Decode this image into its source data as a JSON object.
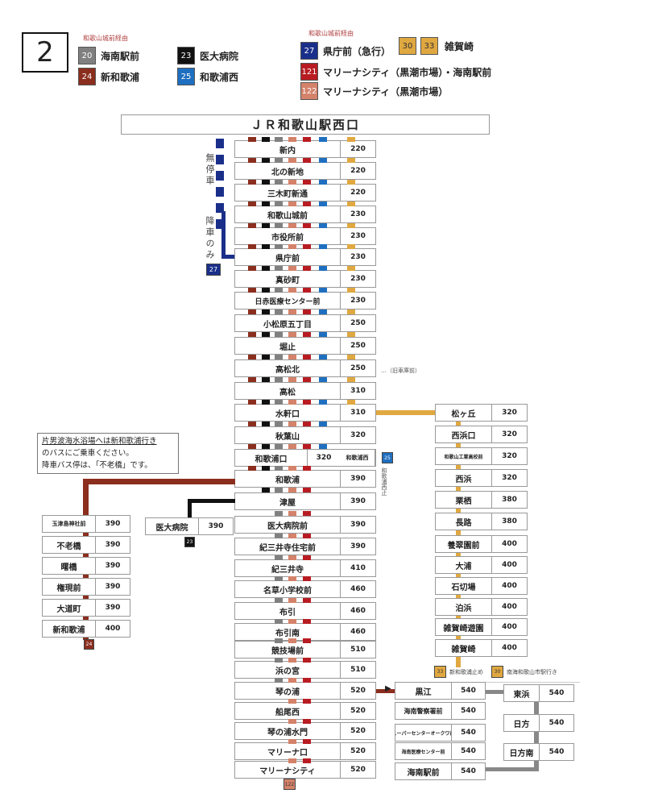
{
  "panel_number": "2",
  "legend": {
    "via_label_left": "和歌山城前経由",
    "via_label_right": "和歌山城前経由",
    "routes": [
      {
        "num": "20",
        "label": "海南駅前",
        "color": "#808080"
      },
      {
        "num": "24",
        "label": "新和歌浦",
        "color": "#8b2e1e"
      },
      {
        "num": "23",
        "label": "医大病院",
        "color": "#111111"
      },
      {
        "num": "25",
        "label": "和歌浦西",
        "color": "#1f6fc0"
      },
      {
        "num": "27",
        "label": "県庁前（急行）",
        "color": "#1a2f8a"
      },
      {
        "num": "121",
        "label": "マリーナシティ（黒潮市場）・海南駅前",
        "color": "#b81c22"
      },
      {
        "num": "122",
        "label": "マリーナシティ（黒潮市場）",
        "color": "#d4826a"
      },
      {
        "num": "30",
        "label": "",
        "color": "#e0a840"
      },
      {
        "num": "33",
        "label": "雑賀崎",
        "color": "#e0a840"
      }
    ]
  },
  "origin": "ＪＲ和歌山駅西口",
  "route27_notes": {
    "nonstop": "無停車",
    "alight_only": "降車のみ",
    "badge": "27"
  },
  "main_line": [
    {
      "name": "新内",
      "fare": "220"
    },
    {
      "name": "北の新地",
      "fare": "220"
    },
    {
      "name": "三木町新通",
      "fare": "220"
    },
    {
      "name": "和歌山城前",
      "fare": "230"
    },
    {
      "name": "市役所前",
      "fare": "230"
    },
    {
      "name": "県庁前",
      "fare": "230"
    },
    {
      "name": "真砂町",
      "fare": "230"
    },
    {
      "name": "日赤医療センター前",
      "fare": "230"
    },
    {
      "name": "小松原五丁目",
      "fare": "250"
    },
    {
      "name": "堀止",
      "fare": "250"
    },
    {
      "name": "高松北",
      "fare": "250"
    },
    {
      "name": "高松",
      "fare": "310"
    },
    {
      "name": "水軒口",
      "fare": "310"
    },
    {
      "name": "秋葉山",
      "fare": "320"
    },
    {
      "name": "和歌浦口",
      "fare": "320"
    },
    {
      "name": "和歌浦",
      "fare": "390"
    },
    {
      "name": "津屋",
      "fare": "390"
    },
    {
      "name": "医大病院前",
      "fare": "390"
    },
    {
      "name": "紀三井寺住宅前",
      "fare": "390"
    },
    {
      "name": "紀三井寺",
      "fare": "410"
    },
    {
      "name": "名草小学校前",
      "fare": "460"
    },
    {
      "name": "布引",
      "fare": "460"
    },
    {
      "name": "布引南",
      "fare": "460"
    },
    {
      "name": "競技場前",
      "fare": "510"
    },
    {
      "name": "浜の宮",
      "fare": "510"
    },
    {
      "name": "琴の浦",
      "fare": "520"
    },
    {
      "name": "船尾西",
      "fare": "520"
    },
    {
      "name": "琴の浦水門",
      "fare": "520"
    },
    {
      "name": "マリーナ口",
      "fare": "520"
    },
    {
      "name": "マリーナシティ",
      "fare": "520"
    }
  ],
  "main_line_notes": {
    "takamatsu_kita": "…（旧車庫前）",
    "wakauraguchi_sub": "和歌浦西",
    "route25_badge": "25",
    "route25_end": "和歌浦西止",
    "route122_badge": "122"
  },
  "route_coverage": [
    {
      "color": "#8b2e1e",
      "last_gap": 15
    },
    {
      "color": "#111111",
      "last_gap": 16
    },
    {
      "color": "#808080",
      "last_gap": 25
    },
    {
      "color": "#d4826a",
      "last_gap": 29
    },
    {
      "color": "#b81c22",
      "last_gap": 29
    },
    {
      "color": "#1f6fc0",
      "last_gap": 14
    },
    {
      "color": "#e0a840",
      "last_gap": 12
    }
  ],
  "notice": {
    "line1": "片男波海水浴場へは新和歌浦行き",
    "line2": "のバスにご乗車ください。",
    "line3": "降車バス停は、「不老橋」です。"
  },
  "branch_24": {
    "badge": "24",
    "stations": [
      {
        "name": "玉津島神社前",
        "fare": "390"
      },
      {
        "name": "不老橋",
        "fare": "390"
      },
      {
        "name": "曙橋",
        "fare": "390"
      },
      {
        "name": "権現前",
        "fare": "390"
      },
      {
        "name": "大道町",
        "fare": "390"
      },
      {
        "name": "新和歌浦",
        "fare": "400"
      }
    ]
  },
  "branch_23": {
    "badge": "23",
    "stations": [
      {
        "name": "医大病院",
        "fare": "390"
      }
    ]
  },
  "branch_30_33": {
    "stations": [
      {
        "name": "松ヶ丘",
        "fare": "320"
      },
      {
        "name": "西浜口",
        "fare": "320"
      },
      {
        "name": "和歌山工業高校前",
        "fare": "320"
      },
      {
        "name": "西浜",
        "fare": "320"
      },
      {
        "name": "栗栖",
        "fare": "380"
      },
      {
        "name": "長路",
        "fare": "380"
      },
      {
        "name": "養翠園前",
        "fare": "400"
      },
      {
        "name": "大浦",
        "fare": "400"
      },
      {
        "name": "石切場",
        "fare": "400"
      },
      {
        "name": "泊浜",
        "fare": "400"
      },
      {
        "name": "雑賀崎遊園",
        "fare": "400"
      },
      {
        "name": "雑賀崎",
        "fare": "400"
      }
    ],
    "notes": [
      {
        "badge": "33",
        "text": "新和歌浦止め"
      },
      {
        "badge": "30",
        "text": "南海和歌山市駅行き"
      }
    ]
  },
  "branch_121": {
    "stations": [
      {
        "name": "黒江",
        "fare": "540"
      },
      {
        "name": "海南警察署前",
        "fare": "540"
      },
      {
        "name": "スーパーセンターオークワ前",
        "fare": "540"
      },
      {
        "name": "海南医療センター前",
        "fare": "540"
      },
      {
        "name": "海南駅前",
        "fare": "540"
      }
    ]
  },
  "branch_20": {
    "stations": [
      {
        "name": "東浜",
        "fare": "540"
      },
      {
        "name": "日方",
        "fare": "540"
      },
      {
        "name": "日方南",
        "fare": "540"
      }
    ]
  }
}
